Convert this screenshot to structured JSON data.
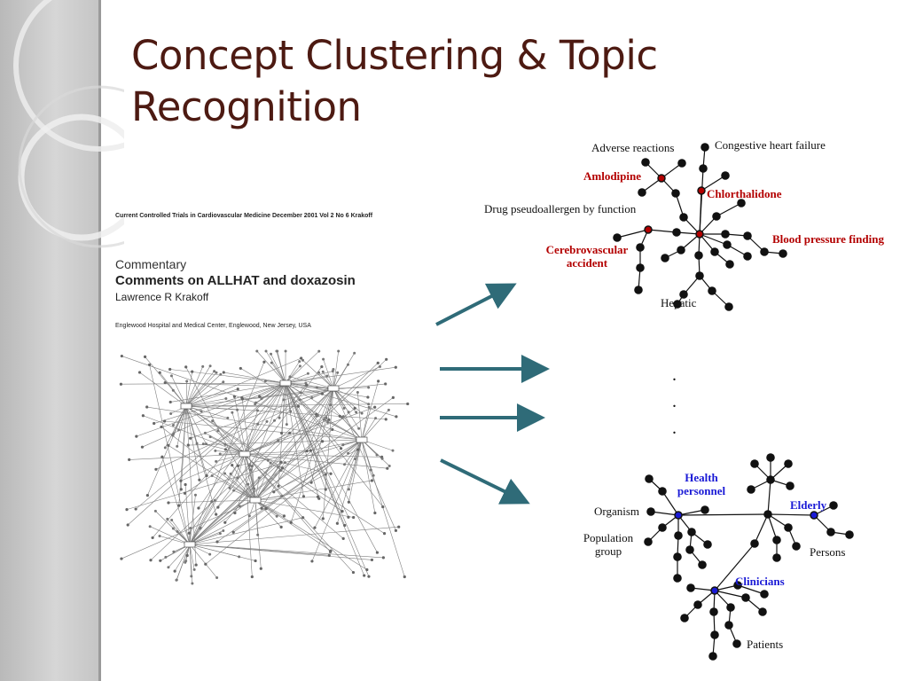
{
  "slide": {
    "title": "Concept Clustering & Topic Recognition"
  },
  "paper": {
    "journal_line": "Current Controlled Trials in Cardiovascular Medicine    December 2001 Vol 2 No 6    Krakoff",
    "type": "Commentary",
    "title": "Comments on ALLHAT and doxazosin",
    "author": "Lawrence R Krakoff",
    "affiliation": "Englewood Hospital and Medical Center, Englewood, New Jersey, USA"
  },
  "cluster_top": {
    "labels": {
      "adverse_reactions": "Adverse reactions",
      "congestive_heart_failure": "Congestive heart failure",
      "amlodipine": "Amlodipine",
      "chlorthalidone": "Chlorthalidone",
      "drug_pseudoallergen": "Drug pseudoallergen by function",
      "cerebrovascular_line1": "Cerebrovascular",
      "cerebrovascular_line2": "accident",
      "blood_pressure_finding": "Blood pressure finding",
      "hepatic": "Hepatic"
    }
  },
  "ellipsis": ".",
  "cluster_bottom": {
    "labels": {
      "health_personnel_line1": "Health",
      "health_personnel_line2": "personnel",
      "organism": "Organism",
      "elderly": "Elderly",
      "population_group_line1": "Population",
      "population_group_line2": "group",
      "persons": "Persons",
      "clinicians": "Clinicians",
      "patients": "Patients"
    }
  },
  "colors": {
    "title": "#4d1a12",
    "arrow": "#2f6b78",
    "highlight_red": "#b30000",
    "highlight_blue": "#1a1ad6"
  }
}
